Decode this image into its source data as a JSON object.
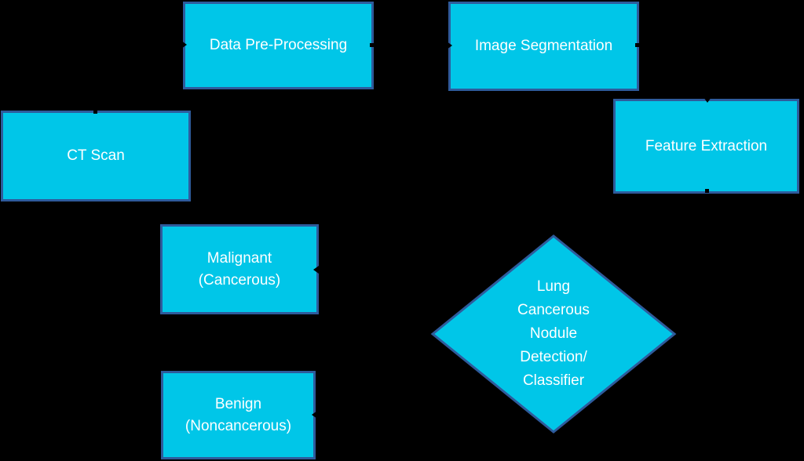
{
  "canvas": {
    "background_color": "#000000"
  },
  "theme": {
    "node_fill": "#00C6E8",
    "node_border": "#2E5B9C",
    "node_text_color": "#FFFFFF",
    "connector_color": "#000000"
  },
  "diagram": {
    "type": "flowchart",
    "nodes": [
      {
        "id": "ct-scan",
        "shape": "rectangle",
        "lines": [
          "CT Scan"
        ]
      },
      {
        "id": "data-pre-processing",
        "shape": "rectangle",
        "lines": [
          "Data Pre-Processing"
        ]
      },
      {
        "id": "image-segmentation",
        "shape": "rectangle",
        "lines": [
          "Image Segmentation"
        ]
      },
      {
        "id": "feature-extraction",
        "shape": "rectangle",
        "lines": [
          "Feature Extraction"
        ]
      },
      {
        "id": "lung-cancerous-nodule-detection-classifier",
        "shape": "diamond",
        "lines": [
          "Lung",
          "Cancerous",
          "Nodule",
          "Detection/",
          "Classifier"
        ]
      },
      {
        "id": "malignant",
        "shape": "rectangle",
        "lines": [
          "Malignant",
          "(Cancerous)"
        ]
      },
      {
        "id": "benign",
        "shape": "rectangle",
        "lines": [
          "Benign",
          "(Noncancerous)"
        ]
      }
    ],
    "connectors": [
      {
        "from": "ct-scan",
        "to": "data-pre-processing"
      },
      {
        "from": "data-pre-processing",
        "to": "image-segmentation"
      },
      {
        "from": "image-segmentation",
        "to": "feature-extraction"
      },
      {
        "from": "feature-extraction",
        "to": "lung-cancerous-nodule-detection-classifier"
      },
      {
        "from": "lung-cancerous-nodule-detection-classifier",
        "to": "malignant"
      },
      {
        "from": "lung-cancerous-nodule-detection-classifier",
        "to": "benign"
      }
    ]
  }
}
